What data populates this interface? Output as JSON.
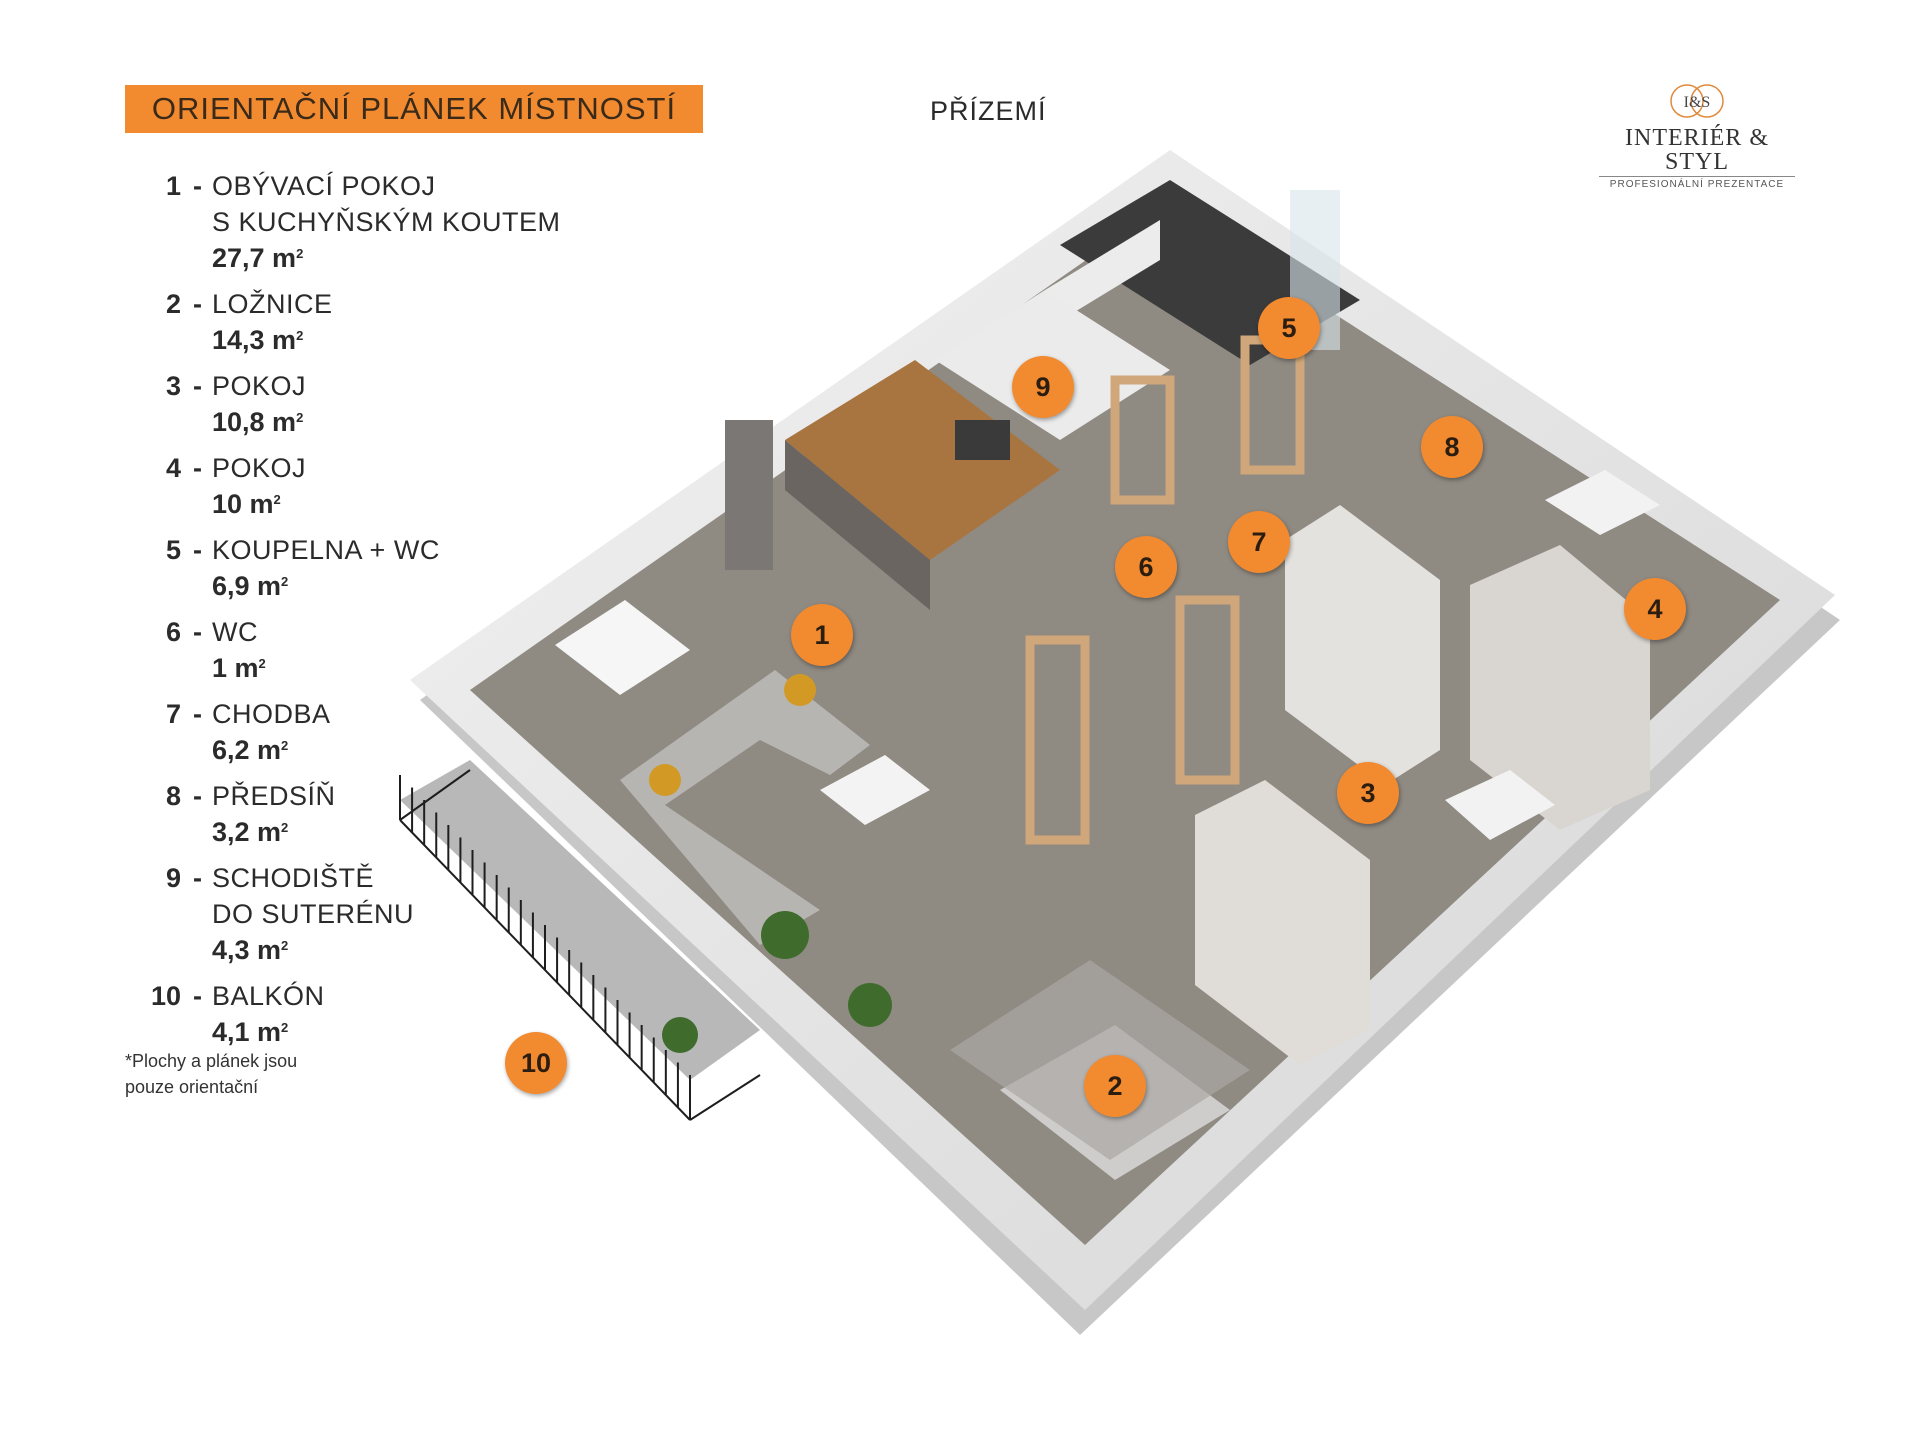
{
  "header": {
    "title": "ORIENTAČNÍ PLÁNEK MÍSTNOSTÍ",
    "floor": "PŘÍZEMÍ"
  },
  "logo": {
    "monogram": "I&S",
    "name": "INTERIÉR & STYL",
    "tagline": "PROFESIONÁLNÍ PREZENTACE"
  },
  "legend": [
    {
      "number": "1",
      "name_lines": [
        "OBÝVACÍ POKOJ",
        "S KUCHYŇSKÝM KOUTEM"
      ],
      "area": "27,7 m"
    },
    {
      "number": "2",
      "name_lines": [
        "LOŽNICE"
      ],
      "area": "14,3 m"
    },
    {
      "number": "3",
      "name_lines": [
        "POKOJ"
      ],
      "area": "10,8 m"
    },
    {
      "number": "4",
      "name_lines": [
        "POKOJ"
      ],
      "area": "10 m"
    },
    {
      "number": "5",
      "name_lines": [
        "KOUPELNA + WC"
      ],
      "area": "6,9 m"
    },
    {
      "number": "6",
      "name_lines": [
        "WC"
      ],
      "area": "1 m"
    },
    {
      "number": "7",
      "name_lines": [
        "CHODBA"
      ],
      "area": "6,2 m"
    },
    {
      "number": "8",
      "name_lines": [
        "PŘEDSÍŇ"
      ],
      "area": "3,2 m"
    },
    {
      "number": "9",
      "name_lines": [
        "SCHODIŠTĚ",
        "DO SUTERÉNU"
      ],
      "area": "4,3 m"
    },
    {
      "number": "10",
      "name_lines": [
        "BALKÓN"
      ],
      "area": "4,1 m"
    }
  ],
  "area_unit_exponent": "2",
  "note": {
    "line1": "*Plochy  a plánek jsou",
    "line2": "pouze orientační"
  },
  "markers": [
    "1",
    "2",
    "3",
    "4",
    "5",
    "6",
    "7",
    "8",
    "9",
    "10"
  ],
  "colors": {
    "accent": "#f28a30",
    "floor": "#8c877f",
    "wall": "#e9e9e9",
    "wall_shadow": "#c9c9c9"
  }
}
